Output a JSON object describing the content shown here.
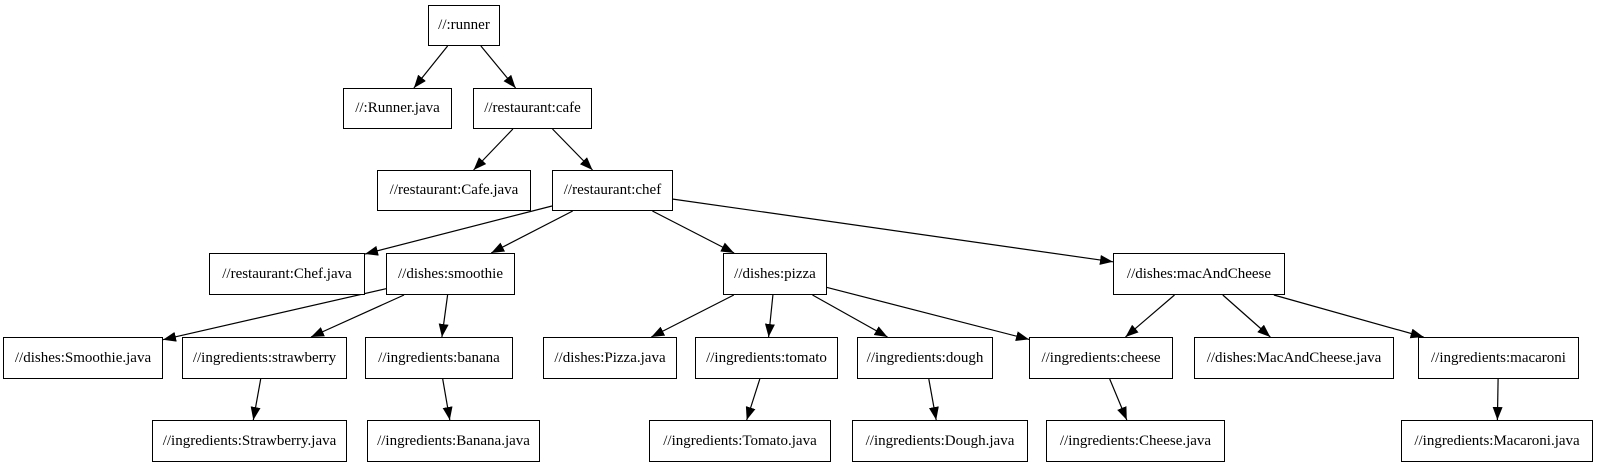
{
  "diagram": {
    "type": "dependency-graph",
    "colors": {
      "background": "#ffffff",
      "node_fill": "#ffffff",
      "node_border": "#000000",
      "edge": "#000000",
      "text": "#000000"
    },
    "nodes": [
      {
        "id": "runner",
        "label": "//:runner"
      },
      {
        "id": "runner_java",
        "label": "//:Runner.java"
      },
      {
        "id": "cafe",
        "label": "//restaurant:cafe"
      },
      {
        "id": "cafe_java",
        "label": "//restaurant:Cafe.java"
      },
      {
        "id": "chef",
        "label": "//restaurant:chef"
      },
      {
        "id": "chef_java",
        "label": "//restaurant:Chef.java"
      },
      {
        "id": "smoothie",
        "label": "//dishes:smoothie"
      },
      {
        "id": "pizza",
        "label": "//dishes:pizza"
      },
      {
        "id": "macandcheese",
        "label": "//dishes:macAndCheese"
      },
      {
        "id": "smoothie_java",
        "label": "//dishes:Smoothie.java"
      },
      {
        "id": "strawberry",
        "label": "//ingredients:strawberry"
      },
      {
        "id": "banana",
        "label": "//ingredients:banana"
      },
      {
        "id": "pizza_java",
        "label": "//dishes:Pizza.java"
      },
      {
        "id": "tomato",
        "label": "//ingredients:tomato"
      },
      {
        "id": "dough",
        "label": "//ingredients:dough"
      },
      {
        "id": "cheese",
        "label": "//ingredients:cheese"
      },
      {
        "id": "macandcheese_java",
        "label": "//dishes:MacAndCheese.java"
      },
      {
        "id": "macaroni",
        "label": "//ingredients:macaroni"
      },
      {
        "id": "strawberry_java",
        "label": "//ingredients:Strawberry.java"
      },
      {
        "id": "banana_java",
        "label": "//ingredients:Banana.java"
      },
      {
        "id": "tomato_java",
        "label": "//ingredients:Tomato.java"
      },
      {
        "id": "dough_java",
        "label": "//ingredients:Dough.java"
      },
      {
        "id": "cheese_java",
        "label": "//ingredients:Cheese.java"
      },
      {
        "id": "macaroni_java",
        "label": "//ingredients:Macaroni.java"
      }
    ],
    "edges": [
      {
        "from": "runner",
        "to": "runner_java"
      },
      {
        "from": "runner",
        "to": "cafe"
      },
      {
        "from": "cafe",
        "to": "cafe_java"
      },
      {
        "from": "cafe",
        "to": "chef"
      },
      {
        "from": "chef",
        "to": "chef_java"
      },
      {
        "from": "chef",
        "to": "smoothie"
      },
      {
        "from": "chef",
        "to": "pizza"
      },
      {
        "from": "chef",
        "to": "macandcheese"
      },
      {
        "from": "smoothie",
        "to": "smoothie_java"
      },
      {
        "from": "smoothie",
        "to": "strawberry"
      },
      {
        "from": "smoothie",
        "to": "banana"
      },
      {
        "from": "strawberry",
        "to": "strawberry_java"
      },
      {
        "from": "banana",
        "to": "banana_java"
      },
      {
        "from": "pizza",
        "to": "pizza_java"
      },
      {
        "from": "pizza",
        "to": "tomato"
      },
      {
        "from": "pizza",
        "to": "dough"
      },
      {
        "from": "pizza",
        "to": "cheese"
      },
      {
        "from": "tomato",
        "to": "tomato_java"
      },
      {
        "from": "dough",
        "to": "dough_java"
      },
      {
        "from": "cheese",
        "to": "cheese_java"
      },
      {
        "from": "macandcheese",
        "to": "cheese"
      },
      {
        "from": "macandcheese",
        "to": "macandcheese_java"
      },
      {
        "from": "macandcheese",
        "to": "macaroni"
      },
      {
        "from": "macaroni",
        "to": "macaroni_java"
      }
    ]
  }
}
